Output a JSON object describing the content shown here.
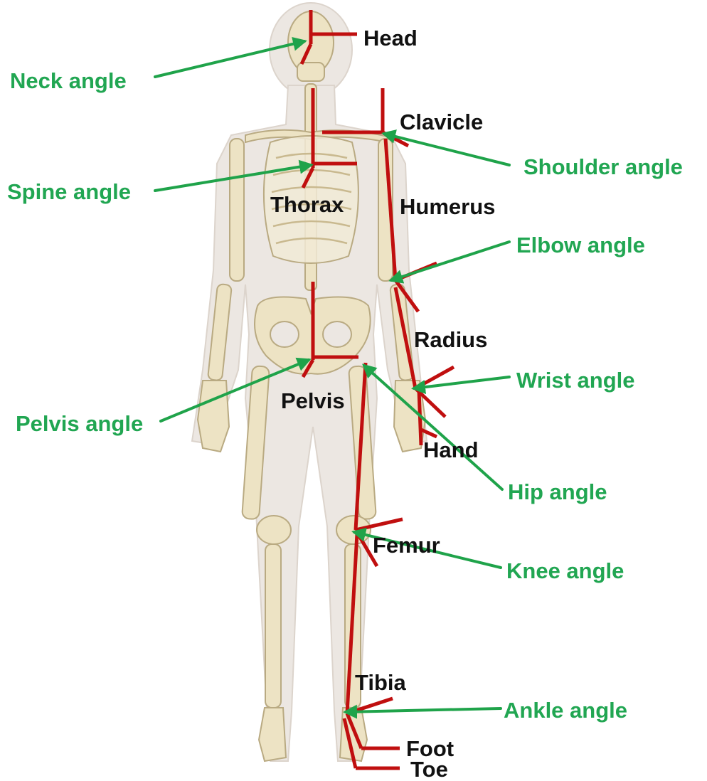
{
  "colors": {
    "segment": "#c00f0f",
    "arrow": "#1fa34a",
    "angle_text": "#21a652",
    "bone_text": "#111111",
    "bone": "#ede3c4",
    "bone_edge": "#b9aa82",
    "body": "#ece7e2"
  },
  "bone_labels": {
    "head": "Head",
    "clavicle": "Clavicle",
    "thorax": "Thorax",
    "humerus": "Humerus",
    "radius": "Radius",
    "pelvis": "Pelvis",
    "hand": "Hand",
    "femur": "Femur",
    "tibia": "Tibia",
    "foot": "Foot",
    "toe": "Toe"
  },
  "angle_labels": {
    "neck": "Neck angle",
    "shoulder": "Shoulder angle",
    "spine": "Spine angle",
    "elbow": "Elbow angle",
    "wrist": "Wrist angle",
    "pelvis": "Pelvis angle",
    "hip": "Hip angle",
    "knee": "Knee angle",
    "ankle": "Ankle angle"
  }
}
